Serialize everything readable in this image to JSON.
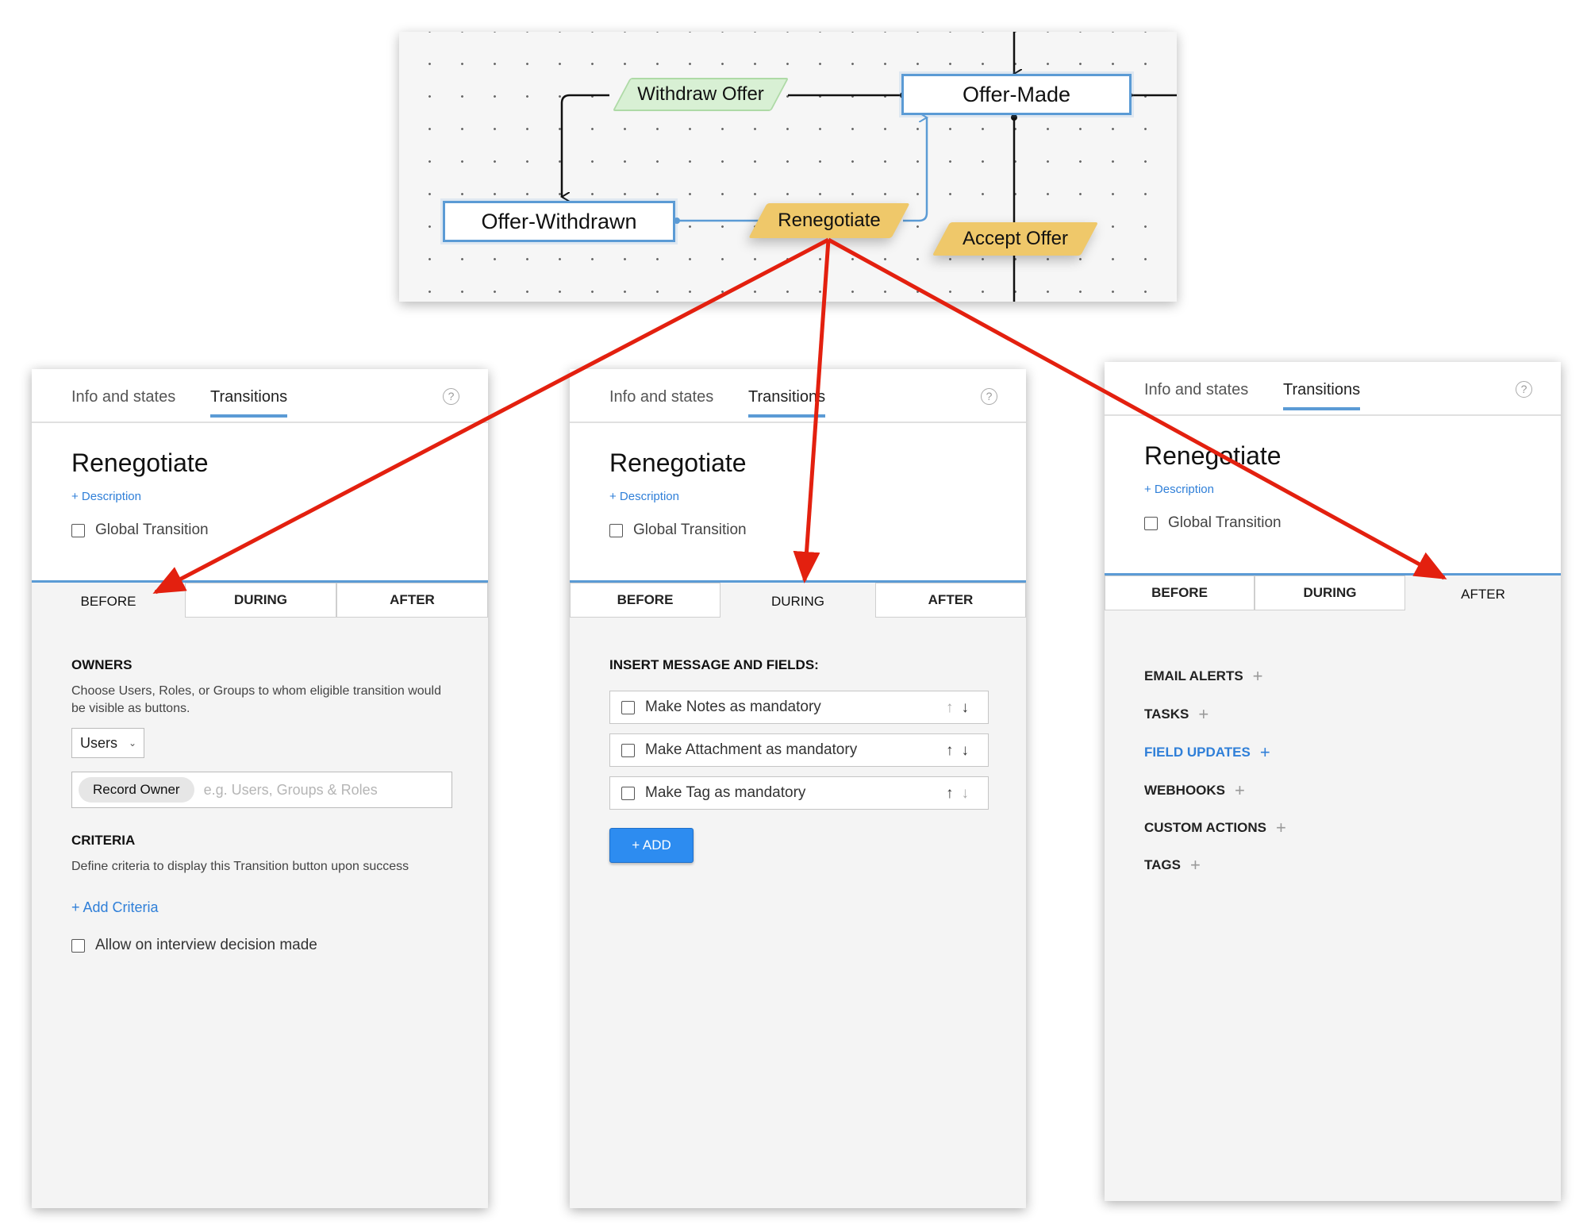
{
  "diagram": {
    "states": {
      "offer_made": "Offer-Made",
      "offer_withdrawn": "Offer-Withdrawn"
    },
    "transitions": {
      "withdraw_offer": "Withdraw Offer",
      "renegotiate": "Renegotiate",
      "accept_offer": "Accept Offer"
    }
  },
  "panel": {
    "tab_info": "Info and states",
    "tab_transitions": "Transitions",
    "help_symbol": "?",
    "title": "Renegotiate",
    "description_link": "+ Description",
    "global_transition": "Global Transition",
    "subtabs": {
      "before": "BEFORE",
      "during": "DURING",
      "after": "AFTER"
    }
  },
  "before": {
    "owners_heading": "OWNERS",
    "owners_text": "Choose Users, Roles, or Groups to whom eligible transition would be visible as buttons.",
    "select_value": "Users",
    "chip": "Record Owner",
    "placeholder": "e.g. Users, Groups & Roles",
    "criteria_heading": "CRITERIA",
    "criteria_text": "Define criteria to display this Transition button upon success",
    "add_criteria": "+ Add Criteria",
    "allow_interview": "Allow on interview decision made"
  },
  "during": {
    "heading": "INSERT MESSAGE AND FIELDS:",
    "fields": [
      "Make Notes as mandatory",
      "Make Attachment as mandatory",
      "Make Tag as mandatory"
    ],
    "up_arrow": "↑",
    "down_arrow": "↓",
    "add_button": "+ ADD"
  },
  "after": {
    "items": [
      "EMAIL ALERTS",
      "TASKS",
      "FIELD UPDATES",
      "WEBHOOKS",
      "CUSTOM ACTIONS",
      "TAGS"
    ],
    "plus": "+"
  },
  "colors": {
    "accent": "#5b9bd5",
    "link": "#2f7fd8",
    "annotation_arrow": "#e3200f",
    "transition_gold": "#efc86a",
    "transition_green": "#d8f0d4"
  }
}
